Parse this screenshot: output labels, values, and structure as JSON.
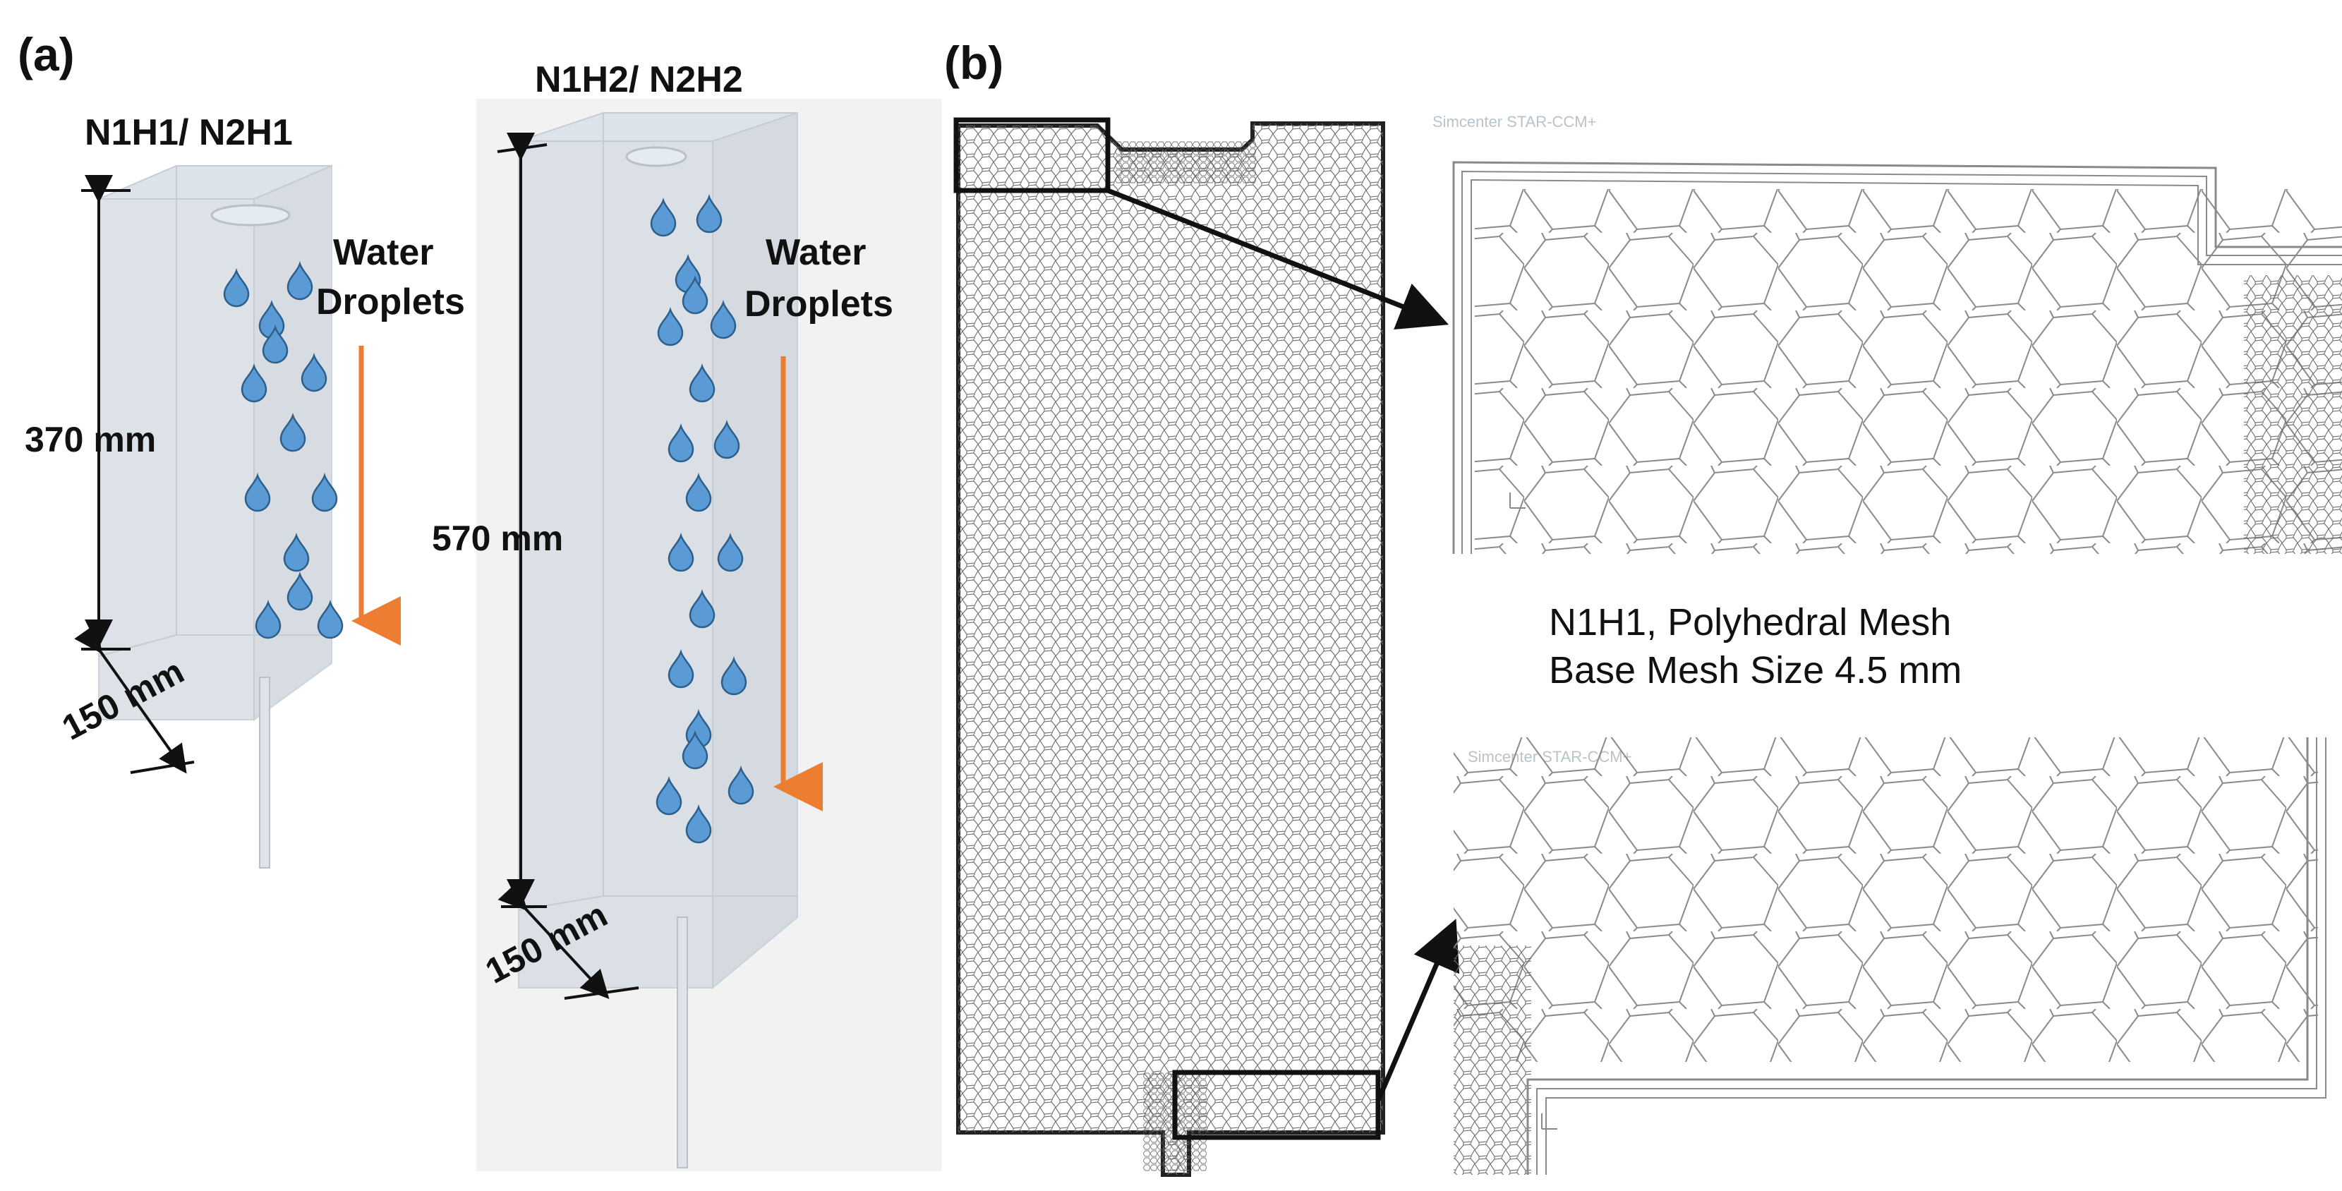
{
  "panel_a": {
    "label": "(a)",
    "left_model": {
      "title": "N1H1/ N2H1",
      "height_label": "370 mm",
      "depth_label": "150 mm",
      "droplet_label_line1": "Water",
      "droplet_label_line2": "Droplets"
    },
    "right_model": {
      "title": "N1H2/ N2H2",
      "height_label": "570 mm",
      "depth_label": "150 mm",
      "droplet_label_line1": "Water",
      "droplet_label_line2": "Droplets"
    },
    "colors": {
      "droplet": "#5b9bd5",
      "arrow": "#ed7d31"
    }
  },
  "panel_b": {
    "label": "(b)",
    "watermark": "Simcenter STAR-CCM+",
    "caption_line1": "N1H1, Polyhedral Mesh",
    "caption_line2": "Base Mesh Size 4.5 mm"
  }
}
